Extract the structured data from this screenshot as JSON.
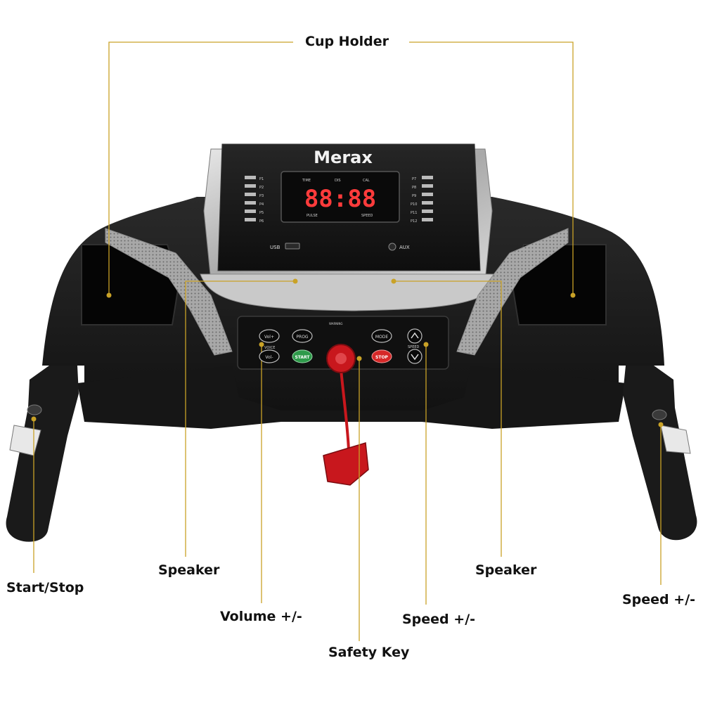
{
  "brand": {
    "logo_text": "Merax",
    "accent_color": "#c9a227"
  },
  "console": {
    "display_readout": "88:88",
    "indicator_labels": [
      "TIME",
      "DIS",
      "CAL",
      "PULSE",
      "SPEED"
    ],
    "port_left": "USB",
    "port_right": "AUX",
    "programs_left": [
      "P1",
      "P2",
      "P3",
      "P4",
      "P5",
      "P6"
    ],
    "programs_right": [
      "P7",
      "P8",
      "P9",
      "P10",
      "P11",
      "P12"
    ],
    "buttons": {
      "volume_up": "Vol+",
      "volume_down": "Vol-",
      "voice_label": "VOICE",
      "prog": "PROG",
      "start": "START",
      "mode": "MODE",
      "stop": "STOP",
      "speed_label": "SPEED"
    },
    "warning_title": "WARNING"
  },
  "callouts": {
    "cup_holder": "Cup Holder",
    "speaker_left": "Speaker",
    "speaker_right": "Speaker",
    "start_stop": "Start/Stop",
    "volume": "Volume +/-",
    "safety_key": "Safety Key",
    "speed_center": "Speed +/-",
    "speed_right": "Speed +/-"
  },
  "colors": {
    "frame": "#1c1c1c",
    "silver": "#b8b8b8",
    "display_red": "#ff3b3b",
    "start_green": "#2e9a4a",
    "stop_red": "#d62828",
    "key_red": "#c8171d"
  }
}
